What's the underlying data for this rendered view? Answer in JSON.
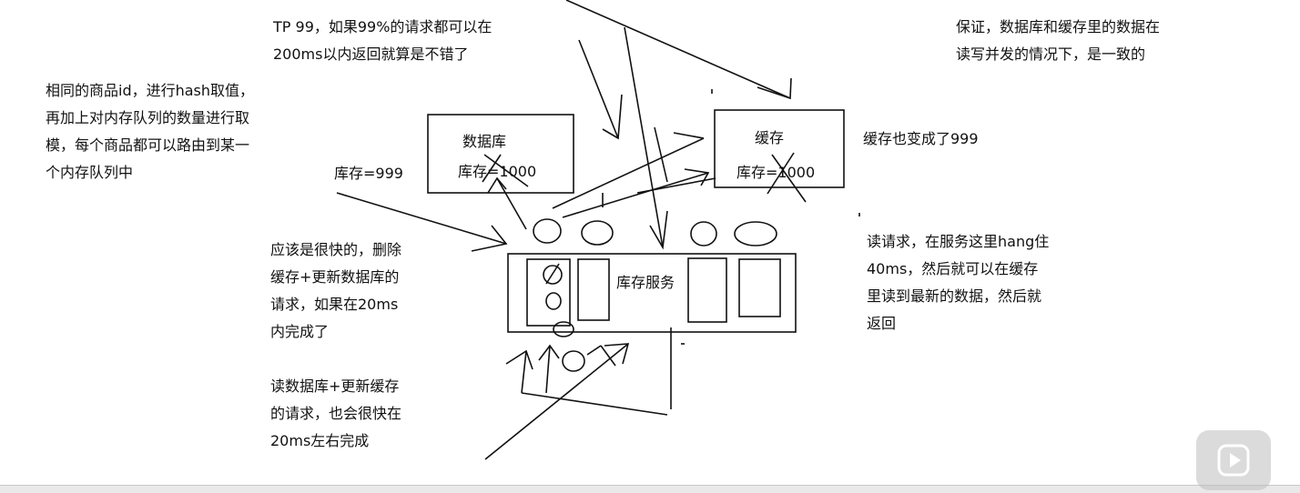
{
  "notes": {
    "tp99": "TP 99，如果99%的请求都可以在\n200ms以内返回就算是不错了",
    "hash": "相同的商品id，进行hash取值，\n再加上对内存队列的数量进行取\n模，每个商品都可以路由到某一\n个内存队列中",
    "consistency": "保证，数据库和缓存里的数据在\n读写并发的情况下，是一致的",
    "cache_changed": "缓存也变成了999",
    "stock999": "库存=999",
    "fast_write": "应该是很快的，删除\n缓存+更新数据库的\n请求，如果在20ms\n内完成了",
    "read_request": "读请求，在服务这里hang住\n40ms，然后就可以在缓存\n里读到最新的数据，然后就\n返回",
    "fast_read": "读数据库+更新缓存\n的请求，也会很快在\n20ms左右完成"
  },
  "boxes": {
    "database_title": "数据库",
    "database_value": "库存=1000",
    "cache_title": "缓存",
    "cache_value": "库存=1000",
    "service_title": "库存服务"
  },
  "icons": {
    "play": "play-icon"
  }
}
